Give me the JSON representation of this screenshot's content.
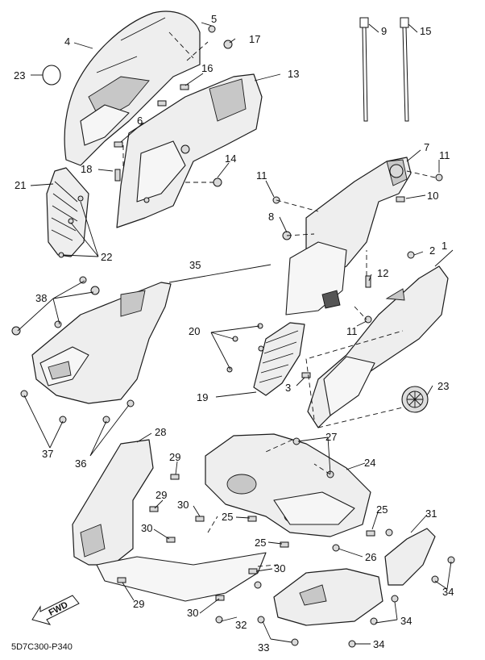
{
  "diagram_code": "5D7C300-P340",
  "fwd_label": "FWD",
  "callouts": [
    {
      "id": "c1",
      "text": "1"
    },
    {
      "id": "c2",
      "text": "2"
    },
    {
      "id": "c3",
      "text": "3"
    },
    {
      "id": "c4",
      "text": "4"
    },
    {
      "id": "c5",
      "text": "5"
    },
    {
      "id": "c6",
      "text": "6"
    },
    {
      "id": "c7",
      "text": "7"
    },
    {
      "id": "c8",
      "text": "8"
    },
    {
      "id": "c9",
      "text": "9"
    },
    {
      "id": "c10",
      "text": "10"
    },
    {
      "id": "c11a",
      "text": "11"
    },
    {
      "id": "c11b",
      "text": "11"
    },
    {
      "id": "c11c",
      "text": "11"
    },
    {
      "id": "c12",
      "text": "12"
    },
    {
      "id": "c13",
      "text": "13"
    },
    {
      "id": "c14",
      "text": "14"
    },
    {
      "id": "c15",
      "text": "15"
    },
    {
      "id": "c16",
      "text": "16"
    },
    {
      "id": "c17",
      "text": "17"
    },
    {
      "id": "c18",
      "text": "18"
    },
    {
      "id": "c19",
      "text": "19"
    },
    {
      "id": "c20",
      "text": "20"
    },
    {
      "id": "c21",
      "text": "21"
    },
    {
      "id": "c22",
      "text": "22"
    },
    {
      "id": "c23a",
      "text": "23"
    },
    {
      "id": "c23b",
      "text": "23"
    },
    {
      "id": "c24",
      "text": "24"
    },
    {
      "id": "c25a",
      "text": "25"
    },
    {
      "id": "c25b",
      "text": "25"
    },
    {
      "id": "c25c",
      "text": "25"
    },
    {
      "id": "c26",
      "text": "26"
    },
    {
      "id": "c27",
      "text": "27"
    },
    {
      "id": "c28",
      "text": "28"
    },
    {
      "id": "c29a",
      "text": "29"
    },
    {
      "id": "c29b",
      "text": "29"
    },
    {
      "id": "c29c",
      "text": "29"
    },
    {
      "id": "c30a",
      "text": "30"
    },
    {
      "id": "c30b",
      "text": "30"
    },
    {
      "id": "c30c",
      "text": "30"
    },
    {
      "id": "c30d",
      "text": "30"
    },
    {
      "id": "c31",
      "text": "31"
    },
    {
      "id": "c32",
      "text": "32"
    },
    {
      "id": "c33",
      "text": "33"
    },
    {
      "id": "c34a",
      "text": "34"
    },
    {
      "id": "c34b",
      "text": "34"
    },
    {
      "id": "c34c",
      "text": "34"
    },
    {
      "id": "c35",
      "text": "35"
    },
    {
      "id": "c36",
      "text": "36"
    },
    {
      "id": "c37",
      "text": "37"
    },
    {
      "id": "c38",
      "text": "38"
    }
  ]
}
